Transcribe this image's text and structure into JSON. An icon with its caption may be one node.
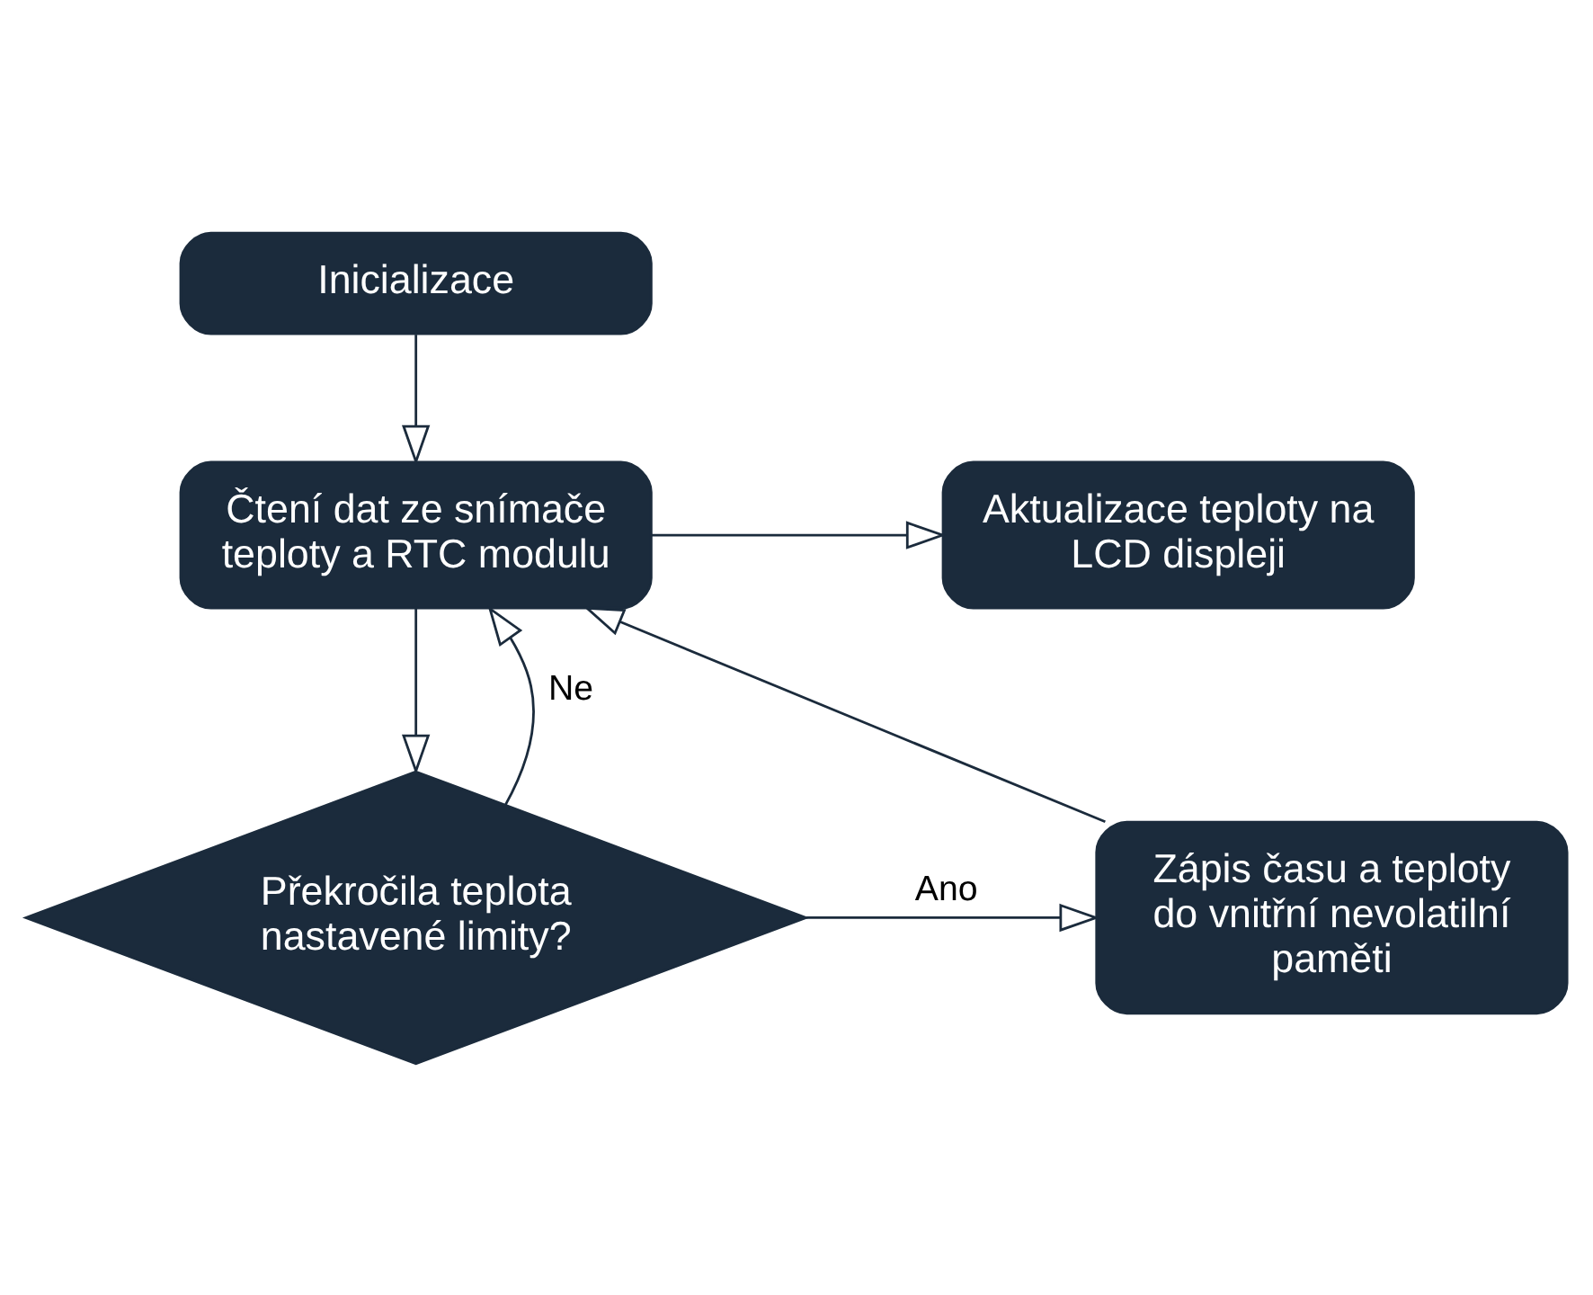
{
  "diagram": {
    "nodes": [
      {
        "text": [
          "Inicializace"
        ]
      },
      {
        "text": [
          "Aktualizace teploty na LCD displeji"
        ]
      },
      {
        "text": [
          "Čtení dat ze snímače teploty a RTC modulu"
        ]
      },
      {
        "text": [
          "Překročila teplota nastavené limity?"
        ]
      },
      {
        "text": [
          "Zápis času a teploty do vnitřní nevolatilní paměti"
        ]
      }
    ],
    "edges": [
      {
        "from": 0,
        "to": 2,
        "arrow": "to"
      },
      {
        "from": 2,
        "to": 1,
        "arrow": "to"
      },
      {
        "from": 2,
        "to": 3,
        "arrow": "to"
      },
      {
        "from": 3,
        "to": 2,
        "arrow": "to",
        "label": "Ne"
      },
      {
        "from": 3,
        "to": 4,
        "arrow": "to",
        "label": "Ano"
      },
      {
        "from": 4,
        "to": 2,
        "arrow": "to"
      }
    ]
  }
}
